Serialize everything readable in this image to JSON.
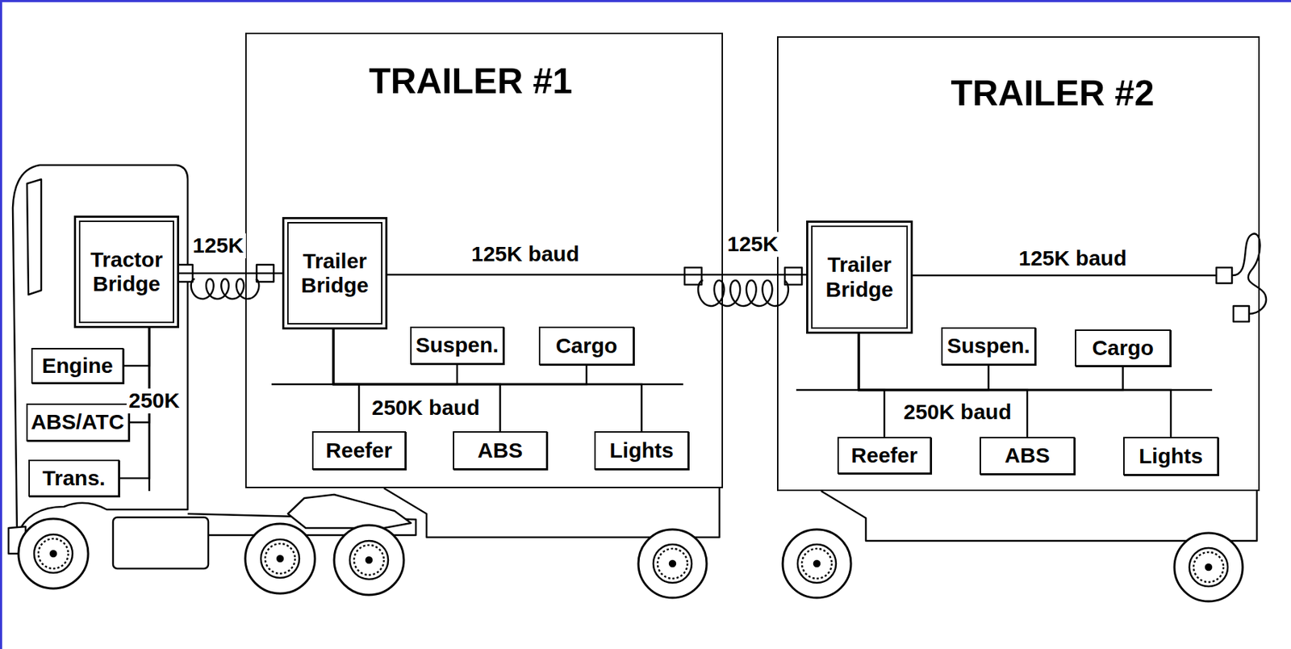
{
  "diagram": {
    "nodes": [
      {
        "text": [
          "Tractor Bridge"
        ]
      },
      {
        "text": [
          "Engine"
        ]
      },
      {
        "text": [
          "ABS/ATC"
        ]
      },
      {
        "text": [
          "Trans."
        ]
      },
      {
        "text": [
          "TRAILER #1"
        ]
      },
      {
        "text": [
          "Trailer Bridge"
        ],
        "in": 4
      },
      {
        "text": [
          "Suspen."
        ],
        "in": 4
      },
      {
        "text": [
          "Cargo"
        ],
        "in": 4
      },
      {
        "text": [
          "Reefer"
        ],
        "in": 4
      },
      {
        "text": [
          "ABS"
        ],
        "in": 4
      },
      {
        "text": [
          "Lights"
        ],
        "in": 4
      },
      {
        "text": [
          "TRAILER #2"
        ]
      },
      {
        "text": [
          "Trailer Bridge"
        ],
        "in": 11
      },
      {
        "text": [
          "Suspen."
        ],
        "in": 11
      },
      {
        "text": [
          "Cargo"
        ],
        "in": 11
      },
      {
        "text": [
          "Reefer"
        ],
        "in": 11
      },
      {
        "text": [
          "ABS"
        ],
        "in": 11
      },
      {
        "text": [
          "Lights"
        ],
        "in": 11
      }
    ],
    "edges": [
      {
        "from": 0,
        "to": 1,
        "arrow": "none"
      },
      {
        "from": 0,
        "to": 2,
        "arrow": "none"
      },
      {
        "from": 0,
        "to": 3,
        "arrow": "none"
      },
      {
        "from": 0,
        "to": 5,
        "arrow": "none",
        "label": "125K"
      },
      {
        "from": 5,
        "to": 6,
        "arrow": "none"
      },
      {
        "from": 5,
        "to": 7,
        "arrow": "none"
      },
      {
        "from": 5,
        "to": 8,
        "arrow": "none"
      },
      {
        "from": 5,
        "to": 9,
        "arrow": "none"
      },
      {
        "from": 5,
        "to": 10,
        "arrow": "none"
      },
      {
        "from": 5,
        "to": 12,
        "arrow": "none",
        "label": "125K baud"
      },
      {
        "from": 12,
        "to": 13,
        "arrow": "none"
      },
      {
        "from": 12,
        "to": 14,
        "arrow": "none"
      },
      {
        "from": 12,
        "to": 15,
        "arrow": "none"
      },
      {
        "from": 12,
        "to": 16,
        "arrow": "none"
      },
      {
        "from": 12,
        "to": 17,
        "arrow": "none"
      }
    ],
    "labels": [
      "250K",
      "250K baud",
      "125K",
      "125K baud",
      "250K baud"
    ]
  }
}
